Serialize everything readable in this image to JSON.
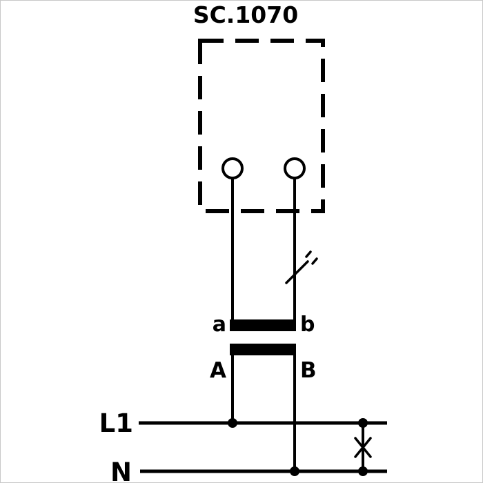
{
  "diagram": {
    "title": "SC.1070",
    "labels": {
      "secondary_a": "a",
      "secondary_b": "b",
      "primary_A": "A",
      "primary_B": "B",
      "line_l1": "L1",
      "neutral_n": "N"
    },
    "colors": {
      "line": "#000000",
      "background": "#ffffff"
    },
    "symbols": [
      "dashed-device-outline",
      "terminal-circle-left",
      "terminal-circle-right",
      "disconnect-slash-icon",
      "transformer-winding-bars",
      "junction-dots",
      "fuse-x-icon"
    ]
  }
}
